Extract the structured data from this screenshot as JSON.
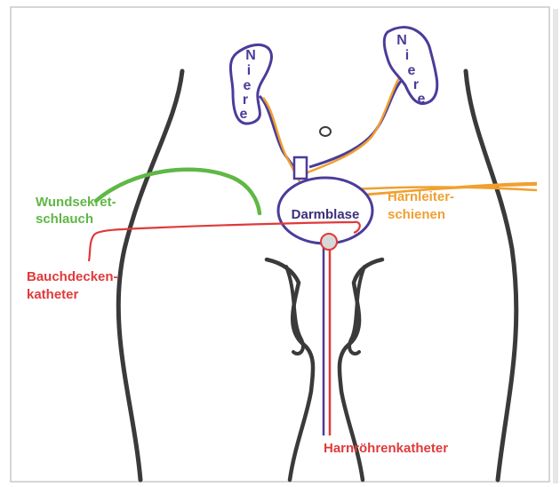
{
  "labels": {
    "kidney_left": [
      "N",
      "i",
      "e",
      "r",
      "e"
    ],
    "kidney_right": [
      "N",
      "i",
      "e",
      "r",
      "e"
    ],
    "bladder": "Darmblase",
    "wound_drain": [
      "Wundsekret-",
      "schlauch"
    ],
    "stents": [
      "Harnleiter-",
      "schienen"
    ],
    "abdominal_catheter": [
      "Bauchdecken-",
      "katheter"
    ],
    "urethral_catheter": "Harnröhrenkatheter"
  },
  "colors": {
    "outline": "#3a3a3a",
    "organ": "#4b3c9a",
    "drain_green": "#5fb845",
    "stent_orange": "#f0a030",
    "catheter_red": "#e03a3a",
    "bladder_text": "#3b2f7a"
  }
}
